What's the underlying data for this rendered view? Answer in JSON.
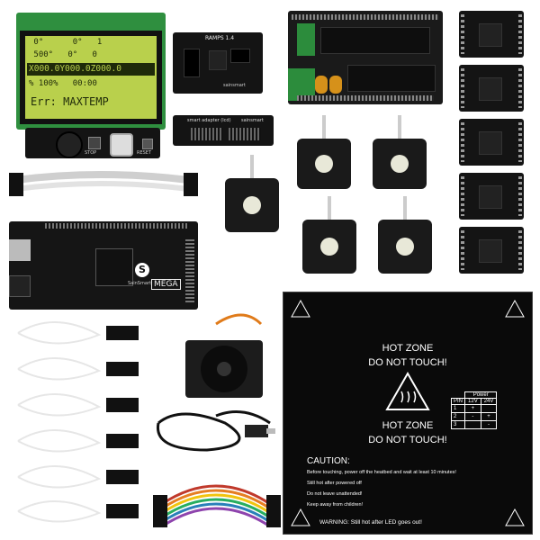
{
  "lcd": {
    "line1": " 0°      0°   1",
    "line2": " 500°   0°   0",
    "line3": "X000.0Y000.0Z000.0",
    "line4": "% 100%   00:00",
    "line5": "Err: MAXTEMP",
    "stop_label": "STOP",
    "reset_label": "RESET"
  },
  "ramps": {
    "label": "RAMPS 1.4",
    "brand": "sainsmart"
  },
  "adapter": {
    "label": "smart adapter (lcd)",
    "brand": "sainsmart"
  },
  "mega": {
    "label": "MEGA",
    "brand": "SainSmart",
    "logo": "S"
  },
  "heatbed": {
    "hot_zone_1": "HOT ZONE",
    "do_not_touch_1": "DO NOT TOUCH!",
    "hot_zone_2": "HOT ZONE",
    "do_not_touch_2": "DO NOT TOUCH!",
    "caution": "CAUTION:",
    "line1": "Before touching, power off the heatbed and wait at least 10 minutes!",
    "line2": "Still hot after powered off",
    "line3": "Do not leave unattended!",
    "line4": "Keep away from children!",
    "warning": "WARNING: Still hot after LED goes out!",
    "table": {
      "title": "Power",
      "headers": [
        "PIN",
        "12V",
        "24V"
      ],
      "rows": [
        [
          "1",
          "+",
          ""
        ],
        [
          "2",
          "-",
          "+"
        ],
        [
          "3",
          "",
          "-"
        ]
      ]
    }
  }
}
